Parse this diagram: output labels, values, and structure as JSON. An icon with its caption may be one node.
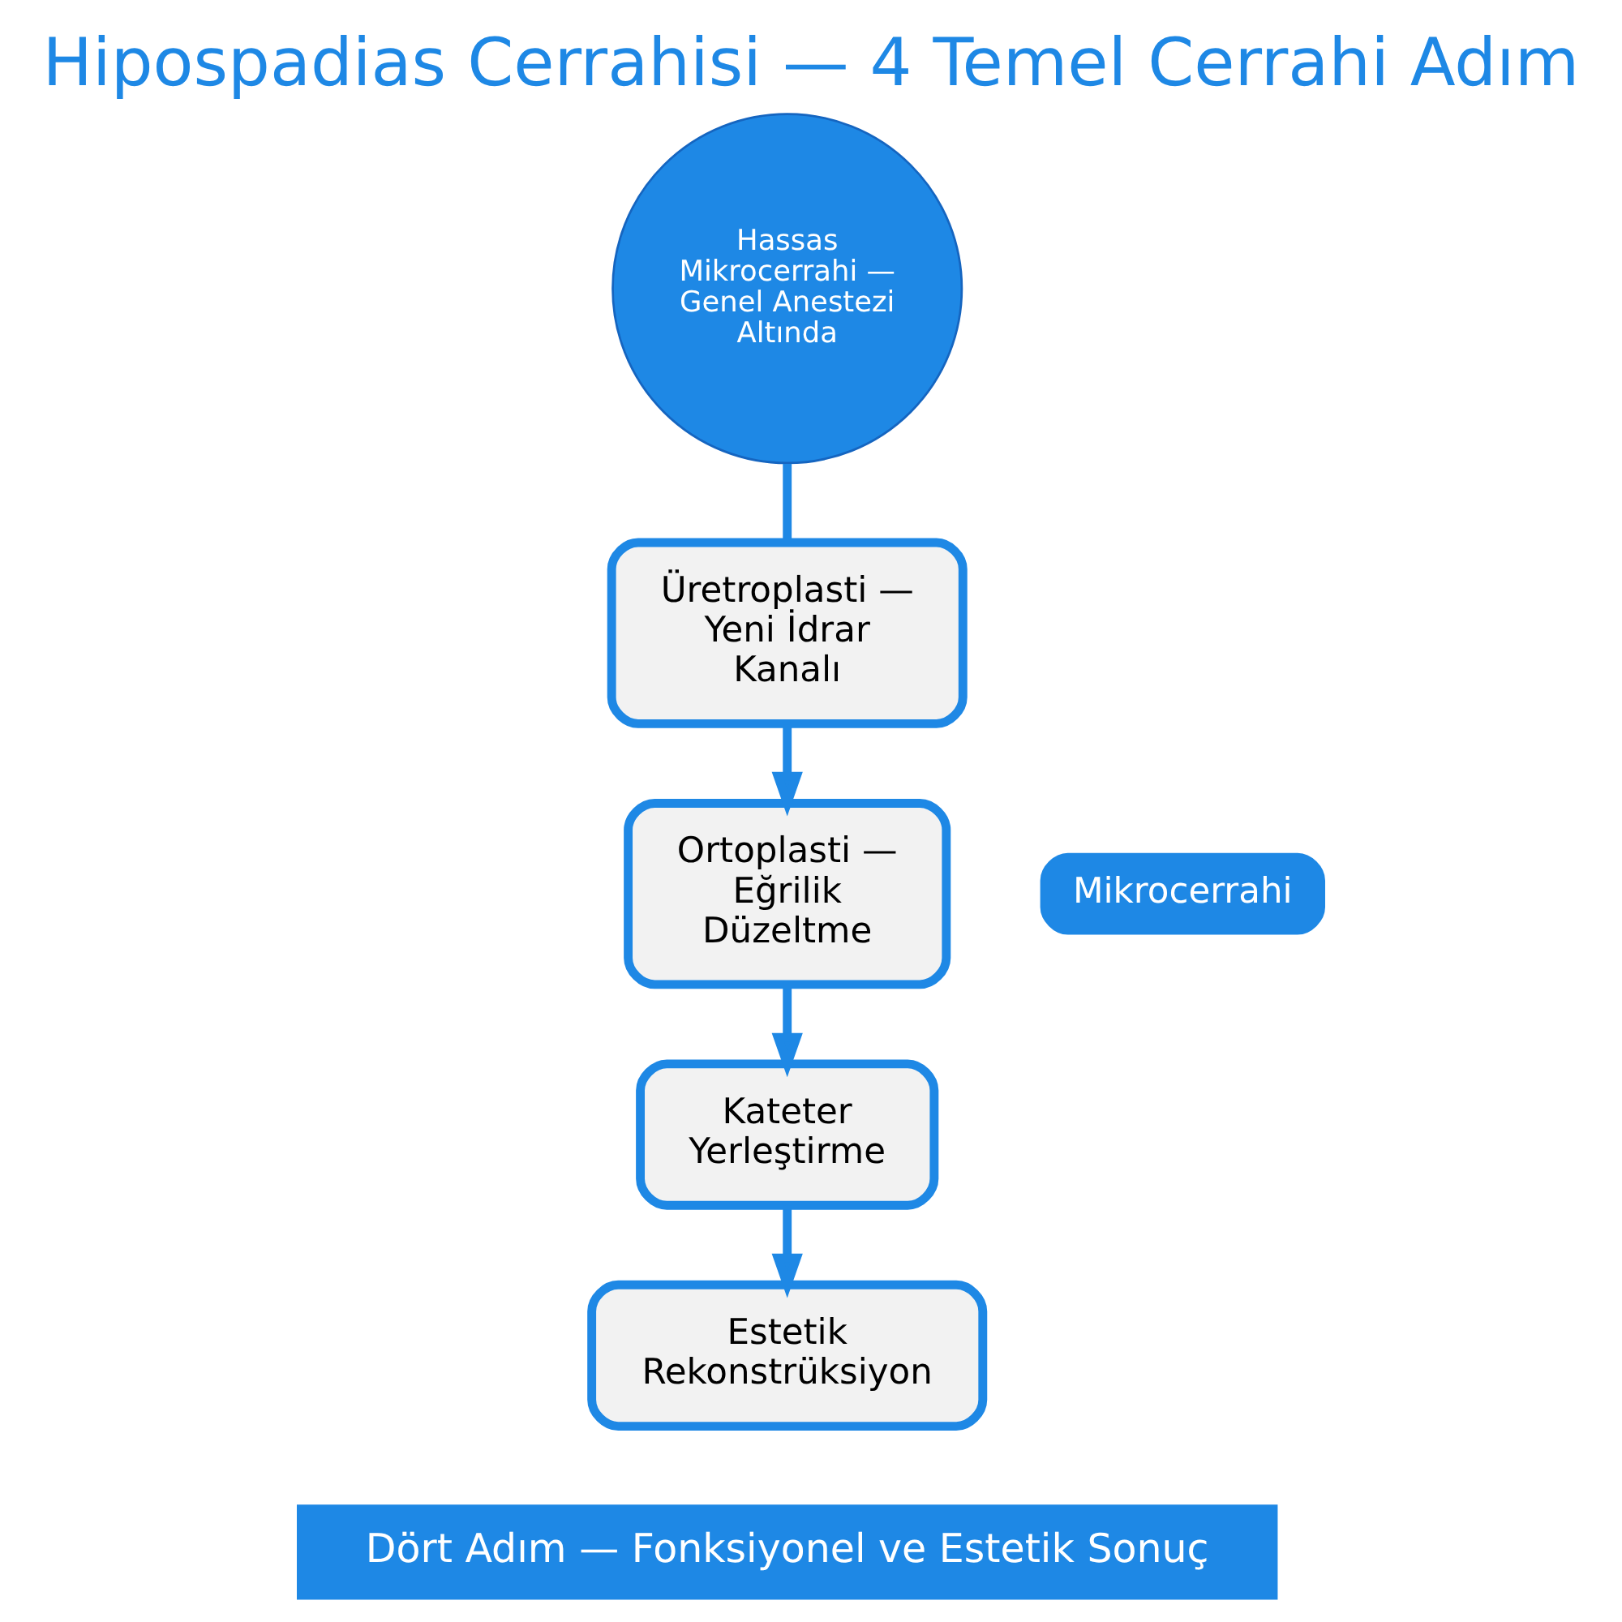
{
  "diagram": {
    "title": "Hipospadias Cerrahisi — 4 Temel Cerrahi Adım",
    "nodes": [
      {
        "text": [
          "Hassas Mikrocerrahi — Genel Anestezi Altında"
        ]
      },
      {
        "text": [
          "Üretroplasti — Yeni İdrar Kanalı"
        ]
      },
      {
        "text": [
          "Ortoplasti — Eğrilik Düzeltme"
        ]
      },
      {
        "text": [
          "Kateter Yerleştirme"
        ]
      },
      {
        "text": [
          "Estetik Rekonstrüksiyon"
        ]
      },
      {
        "text": [
          "Mikrocerrahi"
        ]
      },
      {
        "text": [
          "Dört Adım — Fonksiyonel ve Estetik Sonuç"
        ]
      }
    ],
    "edges": [
      {
        "from": 0,
        "to": 1,
        "arrow": "none"
      },
      {
        "from": 1,
        "to": 2,
        "arrow": "to"
      },
      {
        "from": 2,
        "to": 3,
        "arrow": "to"
      },
      {
        "from": 3,
        "to": 4,
        "arrow": "to"
      }
    ]
  }
}
